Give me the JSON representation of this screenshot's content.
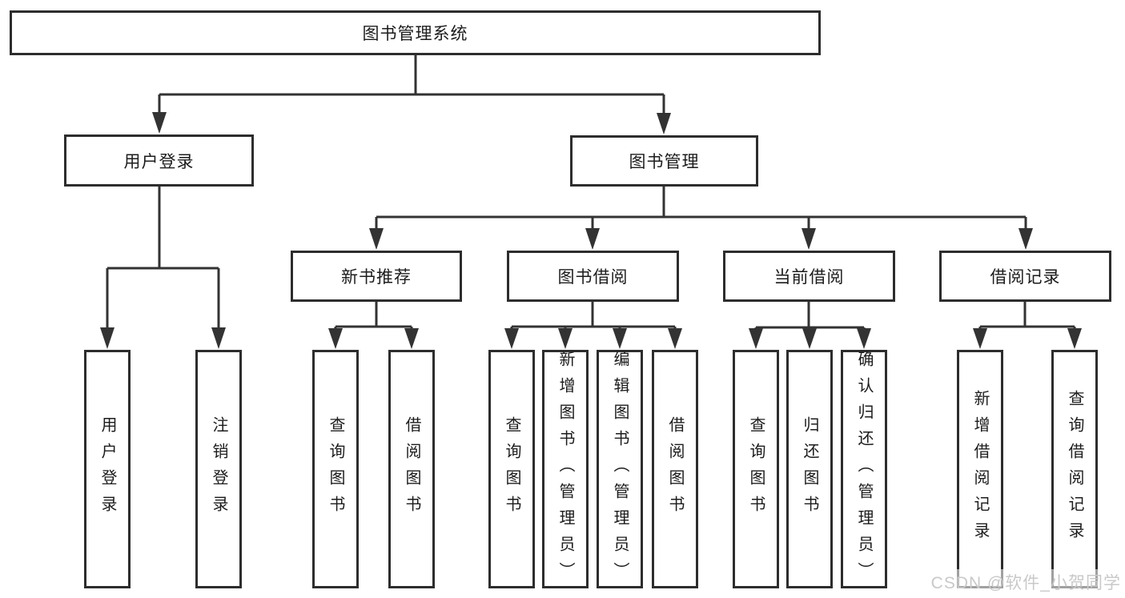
{
  "diagram": {
    "root": {
      "label": "图书管理系统",
      "children": [
        {
          "label": "用户登录",
          "children": [
            {
              "label": "用户登录"
            },
            {
              "label": "注销登录"
            }
          ]
        },
        {
          "label": "图书管理",
          "children": [
            {
              "label": "新书推荐",
              "children": [
                {
                  "label": "查询图书"
                },
                {
                  "label": "借阅图书"
                }
              ]
            },
            {
              "label": "图书借阅",
              "children": [
                {
                  "label": "查询图书"
                },
                {
                  "label": "新增图书（管理员）"
                },
                {
                  "label": "编辑图书（管理员）"
                },
                {
                  "label": "借阅图书"
                }
              ]
            },
            {
              "label": "当前借阅",
              "children": [
                {
                  "label": "查询图书"
                },
                {
                  "label": "归还图书"
                },
                {
                  "label": "确认归还（管理员）"
                }
              ]
            },
            {
              "label": "借阅记录",
              "children": [
                {
                  "label": "新增借阅记录"
                },
                {
                  "label": "查询借阅记录"
                }
              ]
            }
          ]
        }
      ]
    }
  },
  "watermark": {
    "text": "CSDN @软件_小贺同学"
  },
  "colors": {
    "line": "#333333",
    "box_border": "#2d2d2d",
    "text": "#1c1c1c",
    "watermark": "#c9c9c9",
    "background": "#ffffff"
  }
}
